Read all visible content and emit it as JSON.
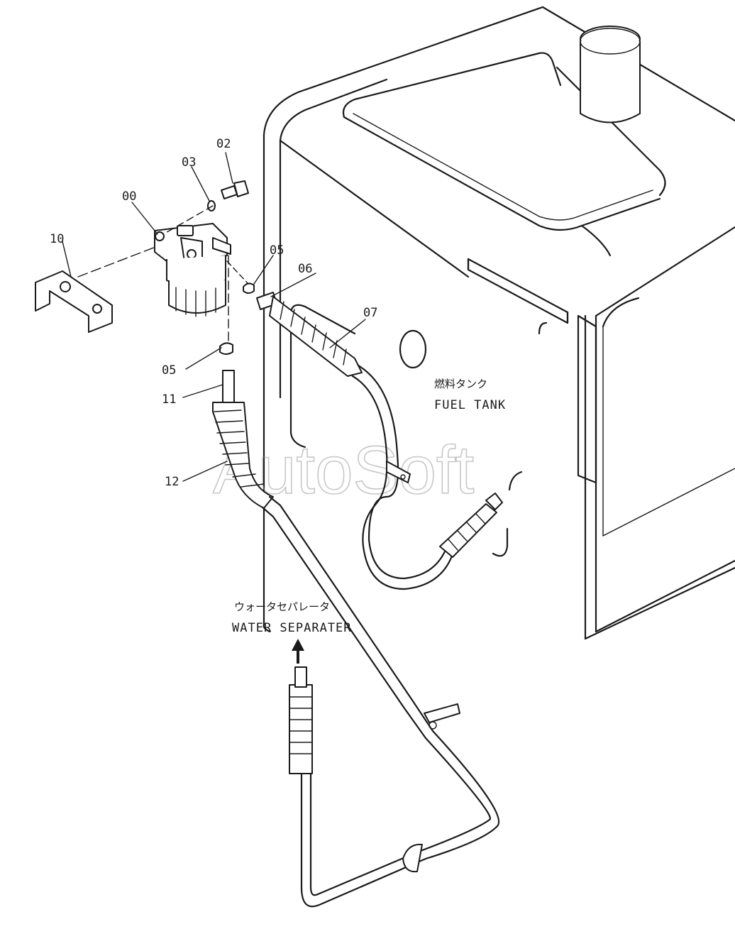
{
  "labels": {
    "p00": "00",
    "p02": "02",
    "p03": "03",
    "p05a": "05",
    "p05b": "05",
    "p06": "06",
    "p07": "07",
    "p10": "10",
    "p11": "11",
    "p12": "12"
  },
  "fuel_tank": {
    "jp": "燃料タンク",
    "en": "FUEL TANK"
  },
  "water_separater": {
    "jp": "ウォータセパレータ",
    "en": "WATER SEPARATER"
  },
  "watermark": "AutoSoft"
}
